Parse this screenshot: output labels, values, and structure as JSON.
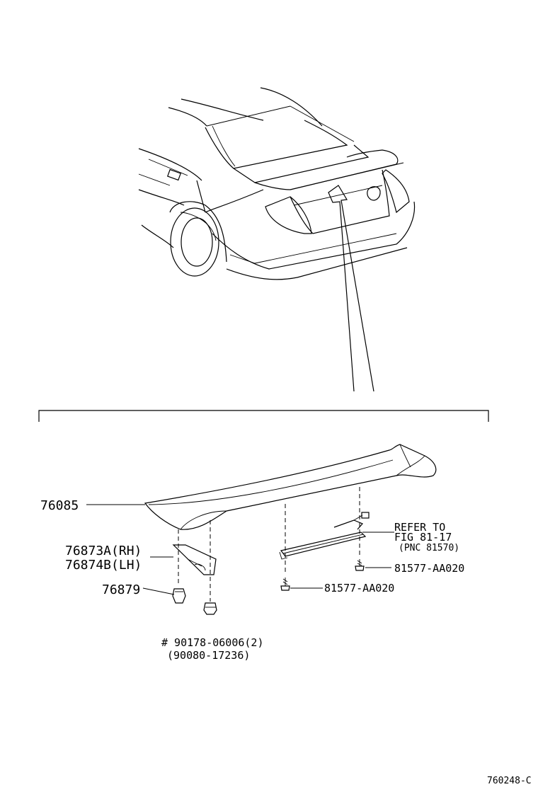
{
  "diagram": {
    "labels": {
      "spoiler": "76085",
      "bracket_rh": "76873A(RH)",
      "bracket_lh": "76874B(LH)",
      "clip": "76879",
      "nut_part": "# 90178-06006(2)",
      "nut_alt": "(90080-17236)",
      "screw_right": "81577-AA020",
      "screw_left": "81577-AA020",
      "refer_line1": "REFER TO",
      "refer_line2": "FIG 81-17",
      "refer_line3": "(PNC 81570)",
      "figure_code": "760248-C"
    }
  }
}
